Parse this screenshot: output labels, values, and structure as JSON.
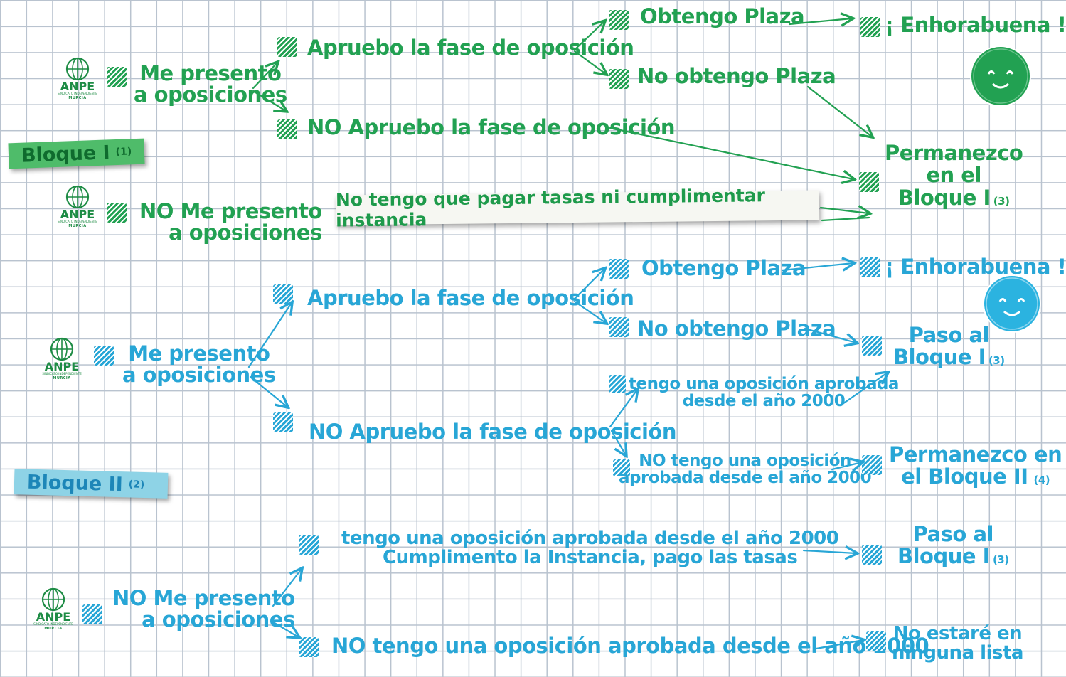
{
  "logo": {
    "name": "ANPE",
    "tagline": "SINDICATO INDEPENDIENTE",
    "city": "MURCIA"
  },
  "colors": {
    "bloque1": "#22a152",
    "bloque2": "#28a6d6",
    "grid": "#b9c3cf"
  },
  "bloque1": {
    "banner_label": "Bloque I",
    "banner_note": "(1)",
    "present": "Me presento\na oposiciones",
    "pass_phase": "Apruebo la fase de oposición",
    "fail_phase": "NO Apruebo la fase de oposición",
    "get_post": "Obtengo Plaza",
    "no_post": "No obtengo Plaza",
    "congrats": "¡ Enhorabuena !",
    "stay": "Permanezco\nen el\nBloque I",
    "stay_note": "(3)",
    "not_present": "NO Me presento\na oposiciones",
    "no_fees": "No tengo que pagar tasas ni cumplimentar instancia"
  },
  "bloque2": {
    "banner_label": "Bloque II",
    "banner_note": "(2)",
    "present": "Me presento\na oposiciones",
    "pass_phase": "Apruebo la fase de oposición",
    "fail_phase": "NO Apruebo la fase de oposición",
    "get_post": "Obtengo Plaza",
    "no_post": "No obtengo Plaza",
    "congrats": "¡ Enhorabuena !",
    "move_to_b1": "Paso al\nBloque I",
    "move_note": "(3)",
    "has_passed_exam": "tengo una oposición aprobada\ndesde el año 2000",
    "no_passed_exam": "NO tengo una oposición\naprobada desde el año 2000",
    "stay_b2": "Permanezco en\nel Bloque II",
    "stay_b2_note": "(4)",
    "not_present": "NO Me presento\na oposiciones",
    "has_passed_exam_fee": "tengo una oposición aprobada desde el año 2000\nCumplimento la Instancia, pago las tasas",
    "move_to_b1_bottom": "Paso al\nBloque I",
    "move_note_bottom": "(3)",
    "no_passed_exam_bottom": "NO tengo una oposición aprobada desde el año 2000",
    "no_list": "No estaré en\nninguna lista"
  }
}
